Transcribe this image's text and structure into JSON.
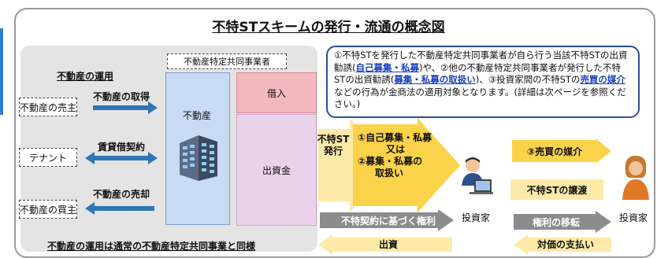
{
  "title": "不特STスキームの発行・流通の概念図",
  "operation_heading": "不動産の運用",
  "business_operator_label": "不動産特定共同事業者",
  "left_boxes": {
    "seller": "不動産の売主",
    "tenant": "テナント",
    "buyer": "不動産の買主"
  },
  "left_arrows": {
    "acquisition": "不動産の取得",
    "lease": "賃貸借契約",
    "sale": "不動産の売却"
  },
  "balance_sheet": {
    "asset": "不動産",
    "borrowing": "借入",
    "equity": "出資金"
  },
  "footer_note": "不動産の運用は通常の不動産特定共同事業と同様",
  "note": {
    "t1": "①不特STを発行した不動産特定共同事業者が自ら行う当該不特STの出資勧誘(",
    "l1": "自己募集・私募",
    "t2": ")や、②他の不動産特定共同事業者が発行した不特STの出資勧誘(",
    "l2": "募集・私募の取扱い",
    "t3": ")、③投資家間の不特STの",
    "l3": "売買の媒介",
    "t4": "などの行為が金商法の適用対象となります。(詳細は次ページを参照ください。)"
  },
  "issue_label": "不特ST\n発行",
  "main_arrow": {
    "line1": "①自己募集・私募",
    "line2": "又は",
    "line3": "②募集・私募の",
    "line4": "取扱い"
  },
  "rights_arrow": "不特契約に基づく権利",
  "investment_arrow": "出資",
  "brokerage_arrow": "③売買の媒介",
  "transfer_label": "不特STの譲渡",
  "rights_transfer_arrow": "権利の移転",
  "payment_arrow": "対価の支払い",
  "investor1": "投資家",
  "investor2": "投資家",
  "colors": {
    "accent_blue": "#2e75b6",
    "yellow": "#fbd34a",
    "light_yellow": "#fde9a8",
    "gray": "#8c8c8c"
  }
}
